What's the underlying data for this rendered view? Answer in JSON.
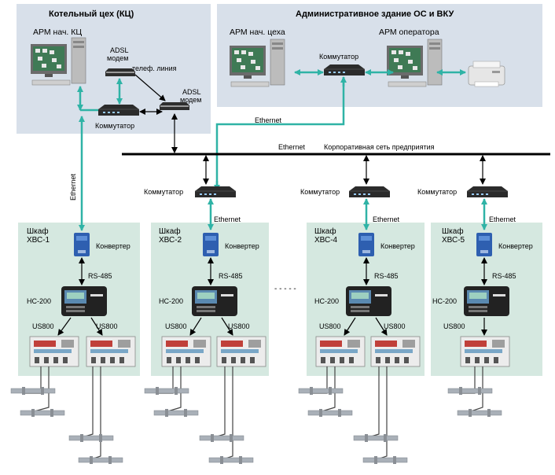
{
  "top_left_area": {
    "title": "Котельный цех (КЦ)",
    "workstation_label": "АРМ нач. КЦ",
    "adsl_modem_line1": "ADSL",
    "adsl_modem_line2": "модем",
    "switch_label": "Коммутатор"
  },
  "top_right_area": {
    "title": "Административное здание ОС и ВКУ",
    "workstation1_label": "АРМ нач. цеха",
    "workstation2_label": "АРМ оператора",
    "switch_label": "Коммутатор"
  },
  "network": {
    "phone_line_label": "телеф. линия",
    "remote_adsl_line1": "ADSL",
    "remote_adsl_line2": "модем",
    "ethernet_label_upper": "Ethernet",
    "ethernet_label_bus": "Ethernet",
    "corporate_network_label": "Корпоративная сеть предприятия",
    "ethernet_vertical_label": "Ethernet",
    "switch_label": "Коммутатор",
    "ethernet_label": "Ethernet",
    "dashes": "- - - - -"
  },
  "cabinets": [
    {
      "line1": "Шкаф",
      "line2": "ХВС-1",
      "converter": "Конвертер",
      "bus": "RS-485",
      "controller": "НС-200",
      "meter_left": "US800",
      "meter_right": "US800"
    },
    {
      "line1": "Шкаф",
      "line2": "ХВС-2",
      "converter": "Конвертер",
      "bus": "RS-485",
      "controller": "НС-200",
      "meter_left": "US800",
      "meter_right": "US800"
    },
    {
      "line1": "Шкаф",
      "line2": "ХВС-4",
      "converter": "Конвертер",
      "bus": "RS-485",
      "controller": "НС-200",
      "meter_left": "US800",
      "meter_right": "US800"
    },
    {
      "line1": "Шкаф",
      "line2": "ХВС-5",
      "converter": "Конвертер",
      "bus": "RS-485",
      "controller": "НС-200",
      "meter_left": "US800"
    }
  ],
  "colors": {
    "panel_blue": "#d8e0ea",
    "panel_green": "#d5e8e0",
    "link_teal": "#2fb3a6",
    "bus_black": "#000000"
  }
}
